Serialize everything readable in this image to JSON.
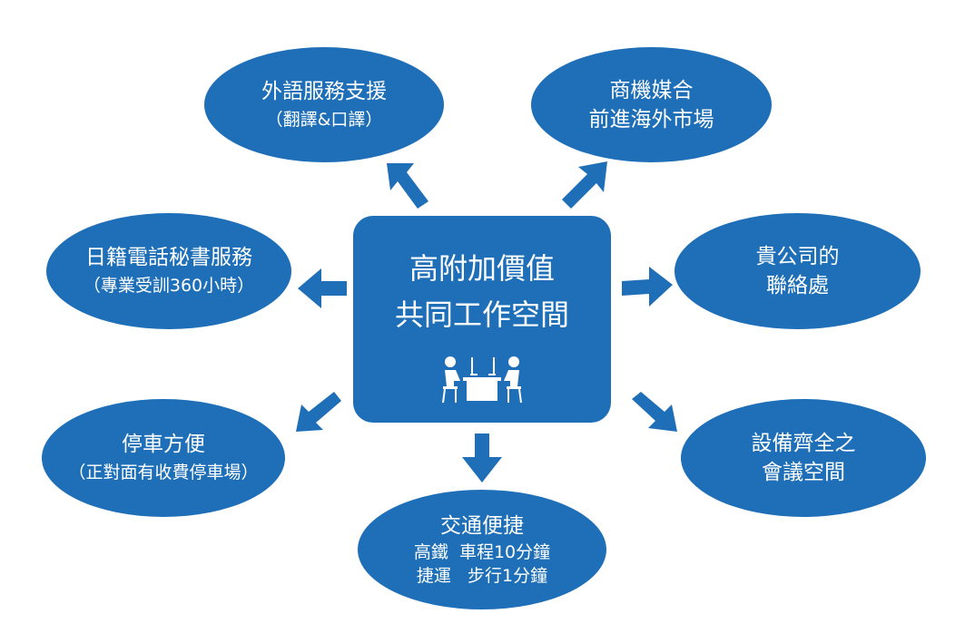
{
  "center": {
    "line1": "高附加價值",
    "line2": "共同工作空間",
    "icon": "coworking-people-icon"
  },
  "nodes": {
    "foreign_language": {
      "title": "外語服務支援",
      "sub": "（翻譯&口譯）"
    },
    "business_matching": {
      "title": "商機媒合",
      "sub": "前進海外市場"
    },
    "secretary": {
      "title": "日籍電話秘書服務",
      "sub": "（專業受訓360小時）"
    },
    "contact_office": {
      "title": "貴公司的",
      "sub": "聯絡處"
    },
    "parking": {
      "title": "停車方便",
      "sub": "（正對面有收費停車場）"
    },
    "facilities": {
      "title": "設備齊全之",
      "sub": "會議空間"
    },
    "transport": {
      "title": "交通便捷",
      "sub1": "高鐵  車程10分鐘",
      "sub2": "捷運   步行1分鐘"
    }
  },
  "colors": {
    "primary": "#1e6fb8",
    "text_on_primary": "#ffffff",
    "background": "#ffffff"
  }
}
